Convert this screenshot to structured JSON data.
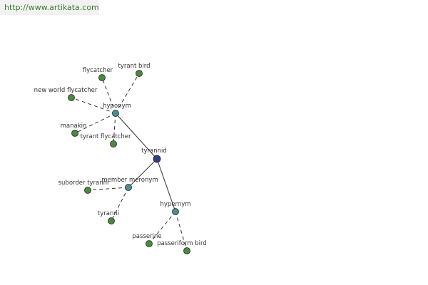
{
  "watermark": "http://www.artikata.com",
  "colors": {
    "center": "#2d3f85",
    "relation": "#4b9090",
    "leaf": "#4a8a3c",
    "edge": "#333333",
    "label": "#333333"
  },
  "nodes": [
    {
      "id": "tyrannid",
      "label": "tyrannid",
      "kind": "center"
    },
    {
      "id": "hyponym",
      "label": "hyponym",
      "kind": "relation"
    },
    {
      "id": "member_meronym",
      "label": "member meronym",
      "kind": "relation"
    },
    {
      "id": "hypernym",
      "label": "hypernym",
      "kind": "relation"
    },
    {
      "id": "flycatcher",
      "label": "flycatcher",
      "kind": "leaf"
    },
    {
      "id": "tyrant_bird",
      "label": "tyrant bird",
      "kind": "leaf"
    },
    {
      "id": "new_world_flycatcher",
      "label": "new world flycatcher",
      "kind": "leaf"
    },
    {
      "id": "manakin",
      "label": "manakin",
      "kind": "leaf"
    },
    {
      "id": "tyrant_flycatcher",
      "label": "tyrant flycatcher",
      "kind": "leaf"
    },
    {
      "id": "suborder_tyranni",
      "label": "suborder tyranni",
      "kind": "leaf"
    },
    {
      "id": "tyranni",
      "label": "tyranni",
      "kind": "leaf"
    },
    {
      "id": "passerine",
      "label": "passerine",
      "kind": "leaf"
    },
    {
      "id": "passeriform_bird",
      "label": "passeriform bird",
      "kind": "leaf"
    }
  ],
  "edges": [
    {
      "from": "tyrannid",
      "to": "hyponym",
      "style": "solid"
    },
    {
      "from": "tyrannid",
      "to": "member_meronym",
      "style": "solid"
    },
    {
      "from": "tyrannid",
      "to": "hypernym",
      "style": "solid"
    },
    {
      "from": "hyponym",
      "to": "flycatcher",
      "style": "dashed"
    },
    {
      "from": "hyponym",
      "to": "tyrant_bird",
      "style": "dashed"
    },
    {
      "from": "hyponym",
      "to": "new_world_flycatcher",
      "style": "dashed"
    },
    {
      "from": "hyponym",
      "to": "manakin",
      "style": "dashed"
    },
    {
      "from": "hyponym",
      "to": "tyrant_flycatcher",
      "style": "dashed"
    },
    {
      "from": "member_meronym",
      "to": "suborder_tyranni",
      "style": "dashed"
    },
    {
      "from": "member_meronym",
      "to": "tyranni",
      "style": "dashed"
    },
    {
      "from": "hypernym",
      "to": "passerine",
      "style": "dashed"
    },
    {
      "from": "hypernym",
      "to": "passeriform_bird",
      "style": "dashed"
    }
  ]
}
